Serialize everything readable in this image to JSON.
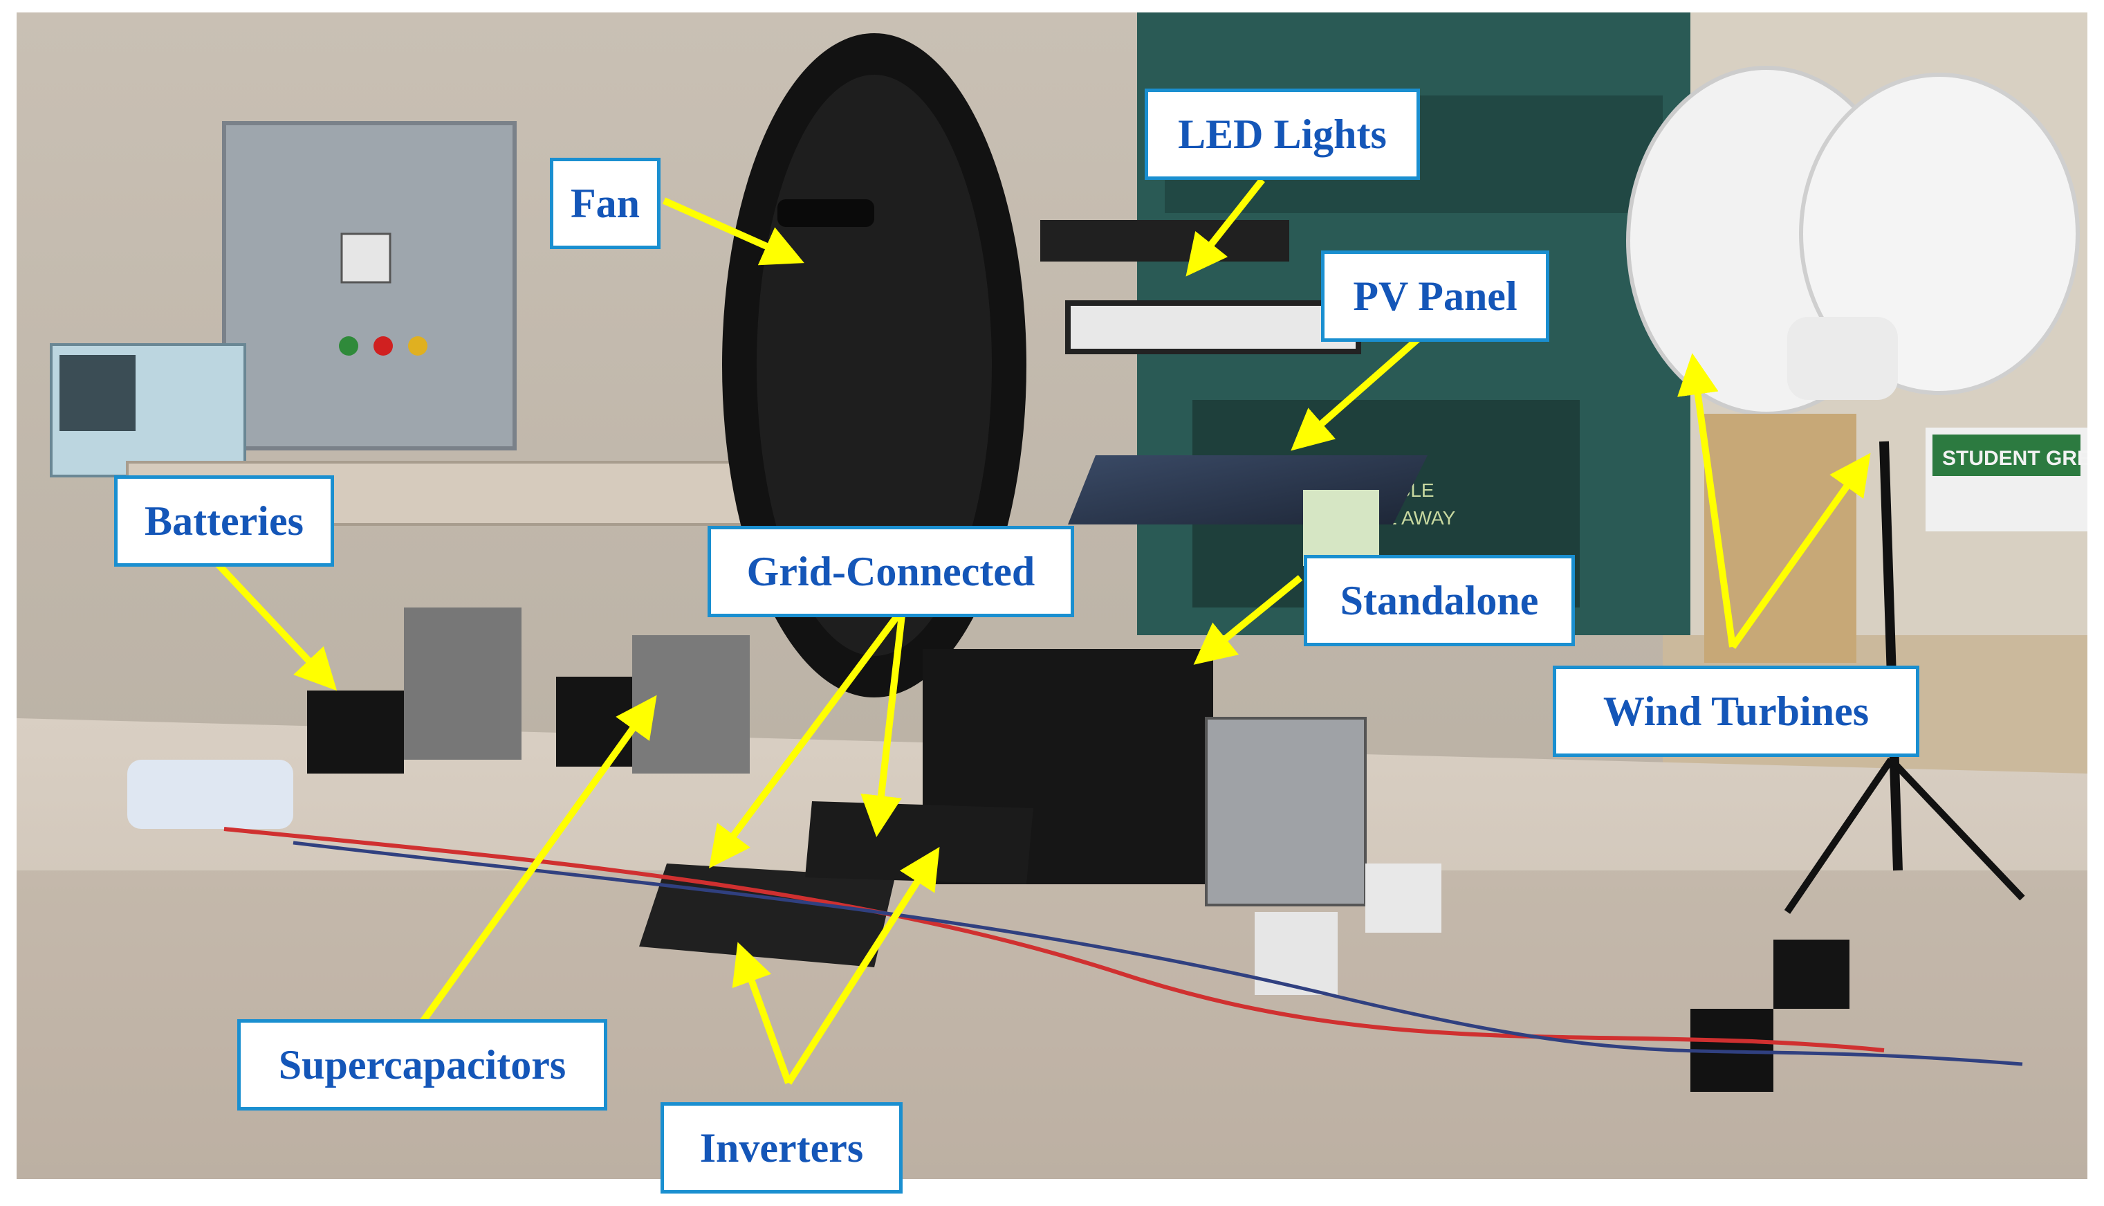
{
  "labels": {
    "fan": "Fan",
    "led_lights": "LED Lights",
    "pv_panel": "PV Panel",
    "batteries": "Batteries",
    "grid_connected": "Grid-Connected",
    "standalone": "Standalone",
    "wind_turbines": "Wind Turbines",
    "supercapacitors": "Supercapacitors",
    "inverters": "Inverters"
  },
  "signage": {
    "flammable": "FLAMMABLE",
    "keep_fire_away": "KEEP FIRE AWAY",
    "banner": "STUDENT GREEN FEE"
  },
  "colors": {
    "arrow": "#ffff00",
    "label_text": "#1456b8",
    "label_border": "#1a8fd0"
  }
}
